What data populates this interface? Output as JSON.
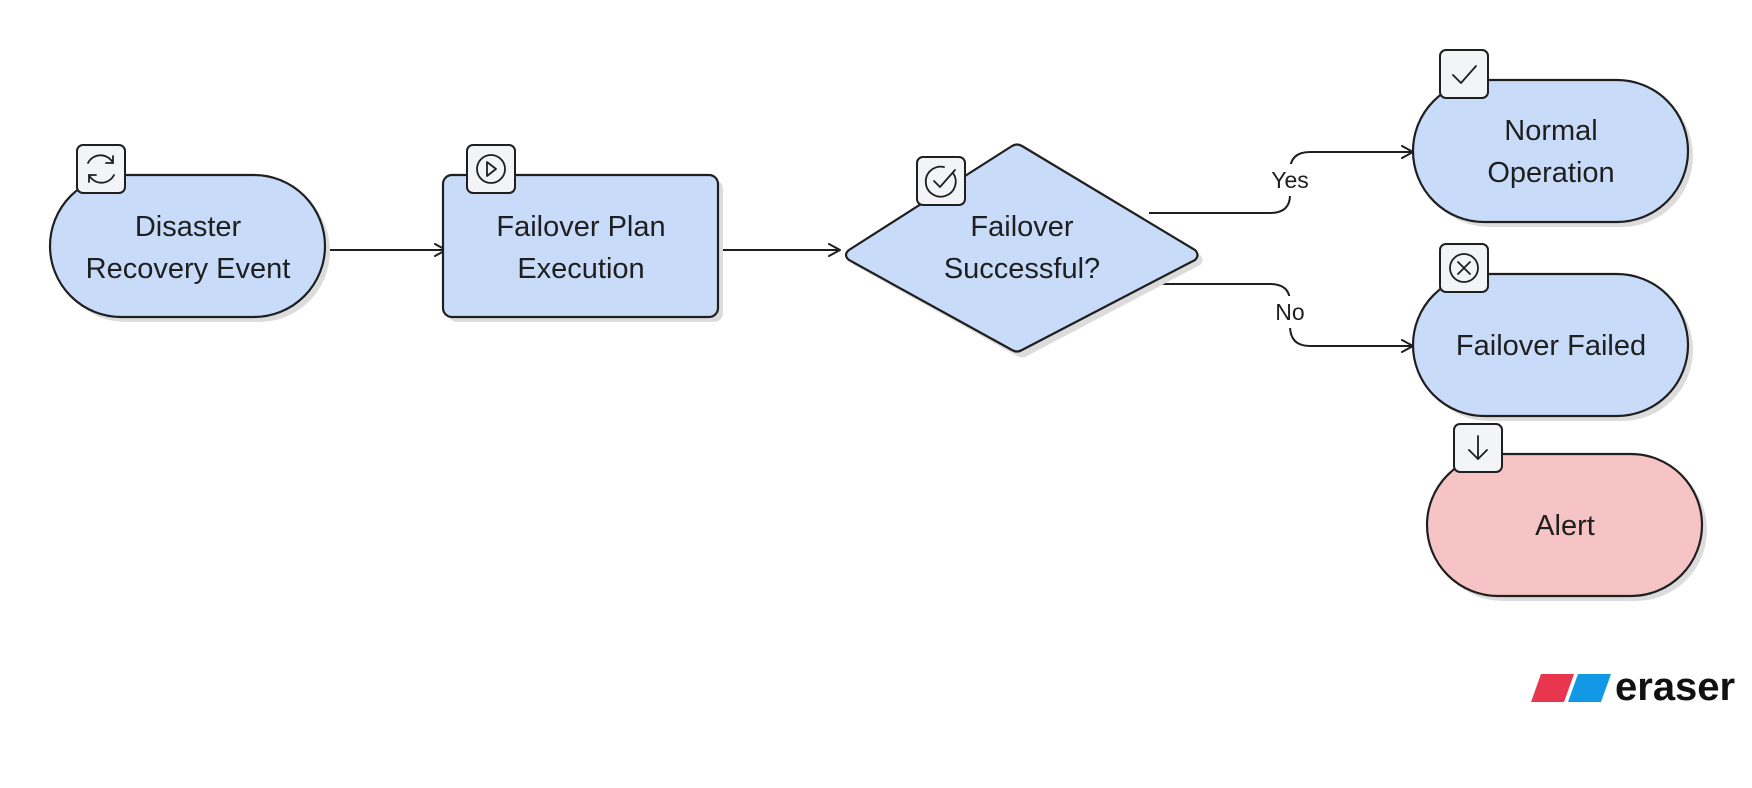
{
  "colors": {
    "node_blue": "#c8dcfa",
    "node_red": "#f6c4c4",
    "stroke": "#1f1f1f",
    "icon_bg": "#f3f4f8",
    "logo_red": "#e8364f",
    "logo_blue": "#1199e6"
  },
  "nodes": {
    "disaster_recovery": {
      "line1": "Disaster",
      "line2": "Recovery Event",
      "icon": "refresh-icon"
    },
    "failover_plan": {
      "line1": "Failover Plan",
      "line2": "Execution",
      "icon": "play-circle-icon"
    },
    "failover_check": {
      "line1": "Failover",
      "line2": "Successful?",
      "icon": "check-circle-icon"
    },
    "normal_operation": {
      "line1": "Normal",
      "line2": "Operation",
      "icon": "check-icon"
    },
    "failover_failed": {
      "label": "Failover Failed",
      "icon": "x-circle-icon"
    },
    "alert": {
      "label": "Alert",
      "icon": "arrow-down-icon"
    }
  },
  "edges": {
    "yes_label": "Yes",
    "no_label": "No"
  },
  "logo": {
    "text": "eraser"
  }
}
